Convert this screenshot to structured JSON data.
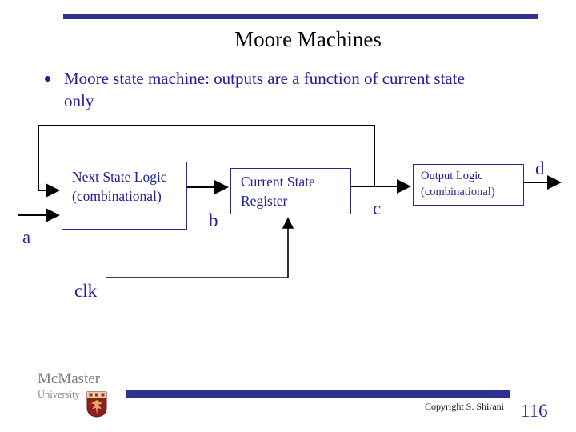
{
  "slide": {
    "title": "Moore Machines",
    "bullet": {
      "line1": "Moore state machine: outputs are a function of current state",
      "line2": "only"
    }
  },
  "diagram": {
    "boxes": {
      "next_state_logic": {
        "line1": "Next State Logic",
        "line2": "(combinational)"
      },
      "current_state_register": {
        "line1": "Current State",
        "line2": "Register"
      },
      "output_logic": {
        "line1": "Output Logic",
        "line2": "(combinational)"
      }
    },
    "labels": {
      "a": "a",
      "b": "b",
      "c": "c",
      "d": "d",
      "clk": "clk"
    }
  },
  "footer": {
    "logo": {
      "name": "McMaster",
      "sub": "University"
    },
    "copyright": "Copyright S. Shirani",
    "page_number": "116"
  },
  "colors": {
    "accent_bar": "#2E3192",
    "navy_text": "#22229B",
    "line_black": "#000000",
    "logo_gray": "#7d7d7d"
  }
}
